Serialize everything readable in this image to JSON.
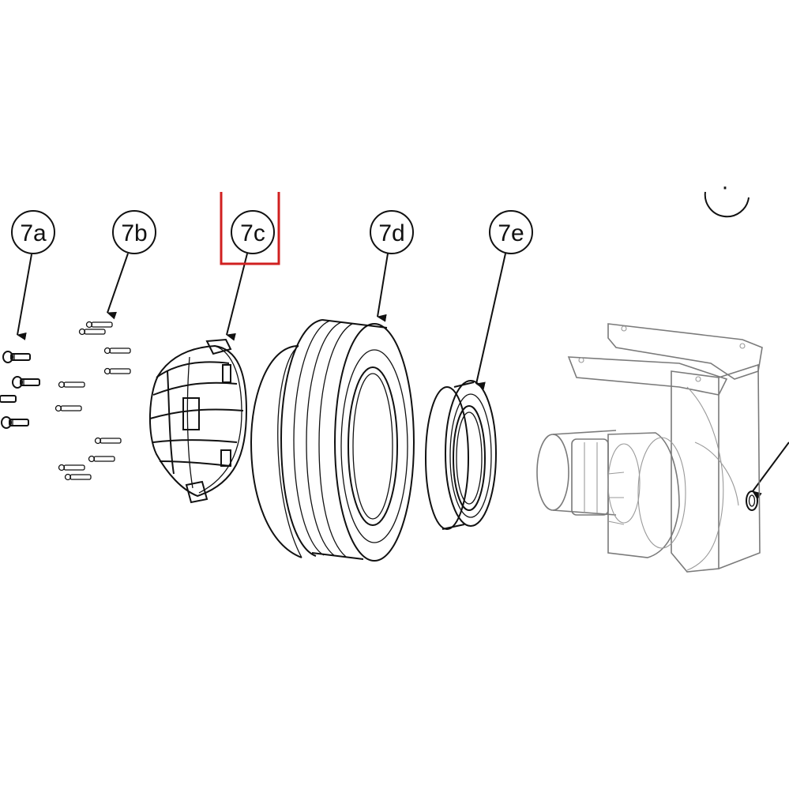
{
  "callouts": [
    {
      "id": "7a",
      "label": "7a"
    },
    {
      "id": "7b",
      "label": "7b"
    },
    {
      "id": "7c",
      "label": "7c"
    },
    {
      "id": "7d",
      "label": "7d"
    },
    {
      "id": "7e",
      "label": "7e"
    },
    {
      "id": "7f",
      "label": "·"
    }
  ],
  "highlight": {
    "target": "7c",
    "color": "#d02020"
  },
  "colors": {
    "ink": "#111111",
    "ghost": "#7a7a7a",
    "background": "#ffffff"
  }
}
